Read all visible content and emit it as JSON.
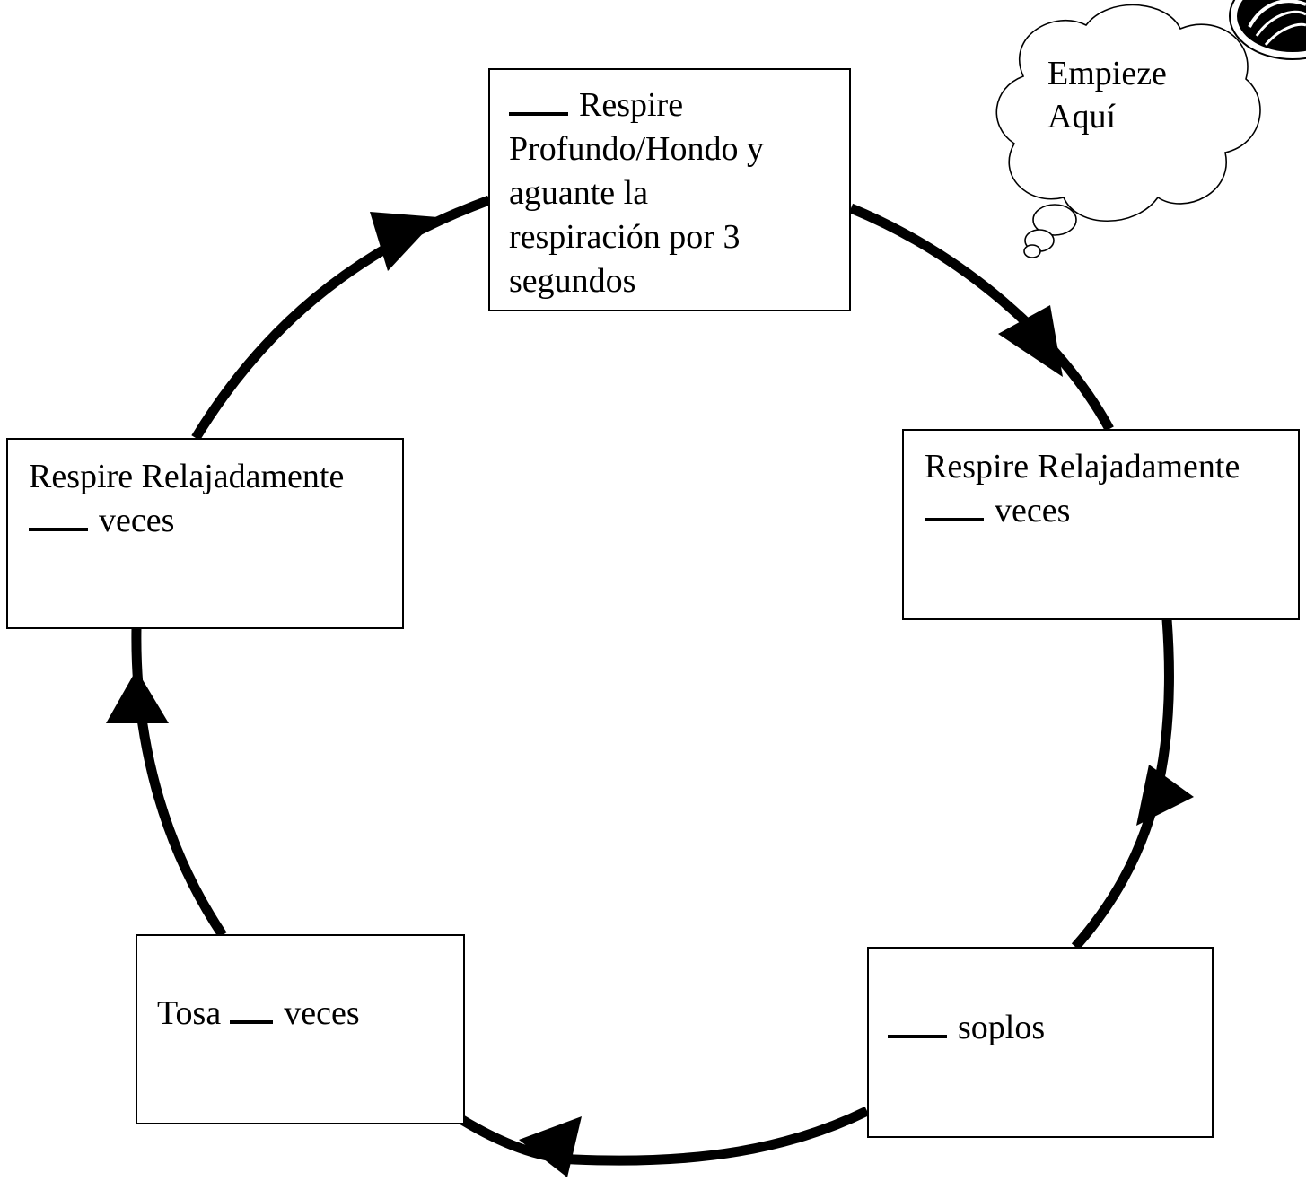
{
  "steps": [
    {
      "line1": "Respire",
      "line2": "Profundo/Hondo y",
      "line3": "aguante la",
      "line4": "respiración por 3",
      "line5": "segundos"
    },
    {
      "line1": "Respire Relajadamente",
      "line2": "veces"
    },
    {
      "line1": "soplos"
    },
    {
      "line1": "Tosa",
      "line2": "veces"
    },
    {
      "line1": "Respire Relajadamente",
      "line2": "veces"
    }
  ],
  "start_note": {
    "line1": "Empieze",
    "line2": "Aquí"
  },
  "colors": {
    "stroke": "#000000",
    "background": "#ffffff"
  },
  "icons": [
    "thought-cloud-icon",
    "arrowhead-icon",
    "logo-emblem-icon"
  ]
}
